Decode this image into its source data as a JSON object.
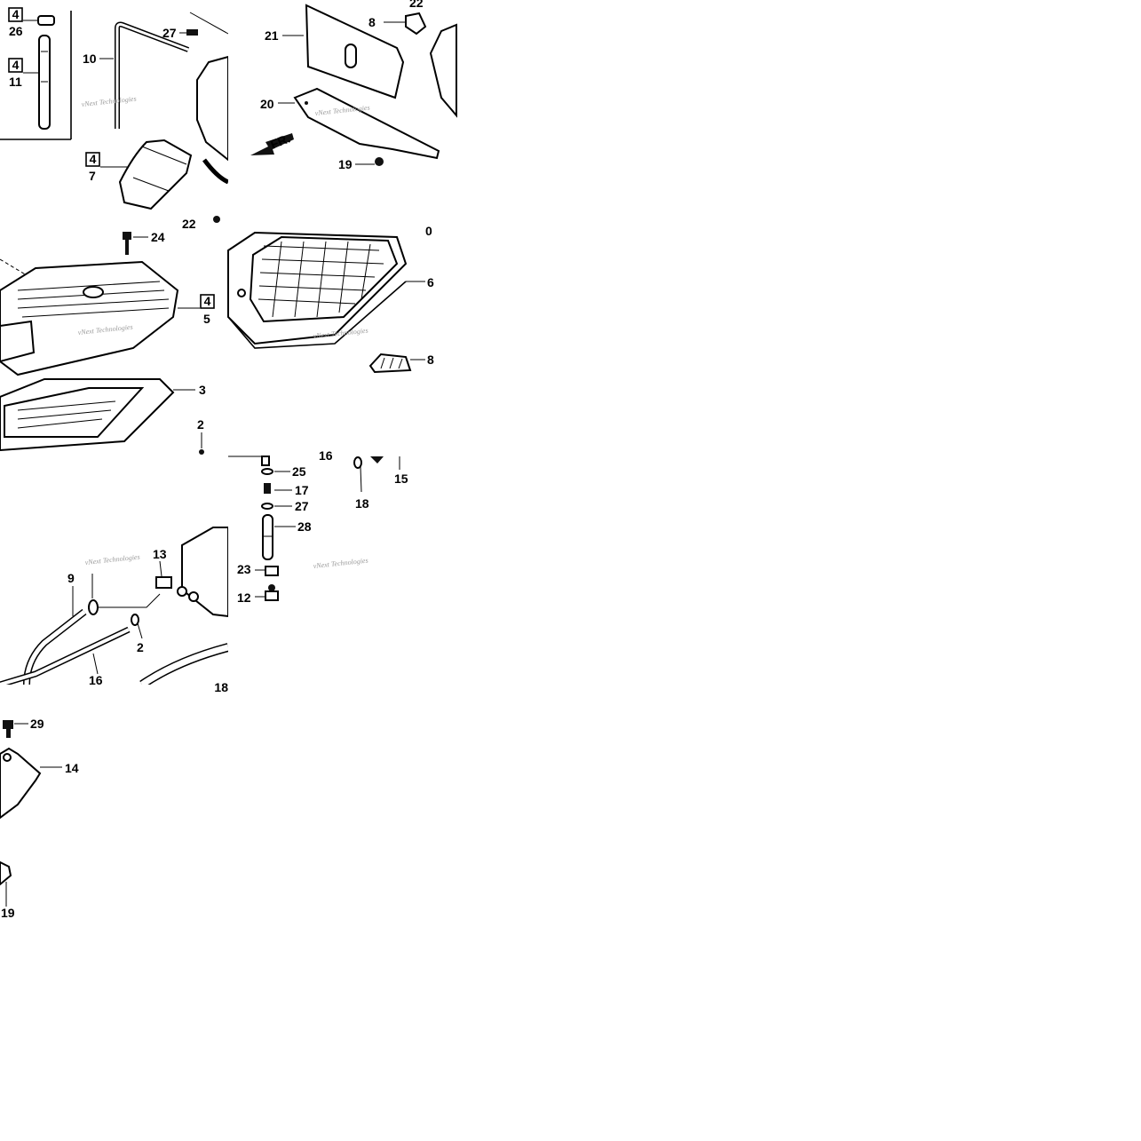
{
  "watermark": "vNext Technologies",
  "direction_label": "FR.",
  "tiles": [
    {
      "name": "tile-breather-tube",
      "labels": {
        "box26": "4",
        "p26": "26",
        "box11": "4",
        "p11": "11",
        "p10": "10",
        "p27": "27",
        "box7": "4",
        "p7": "7",
        "p22": "22"
      }
    },
    {
      "name": "tile-duct-cover",
      "labels": {
        "p21": "21",
        "p8": "8",
        "p22": "22",
        "p20": "20",
        "p19": "19"
      }
    },
    {
      "name": "tile-air-cleaner-case",
      "labels": {
        "p24": "24",
        "box5": "4",
        "p5": "5",
        "p3": "3",
        "p2": "2"
      }
    },
    {
      "name": "tile-air-cleaner-element",
      "labels": {
        "p6": "6",
        "p8": "8",
        "p0": "0"
      }
    },
    {
      "name": "tile-drain-hoses",
      "labels": {
        "p13": "13",
        "p9": "9",
        "p2": "2",
        "p16": "16",
        "p18": "18"
      }
    },
    {
      "name": "tile-drain-fittings",
      "labels": {
        "p25": "25",
        "p17": "17",
        "p27": "27",
        "p28": "28",
        "p23": "23",
        "p12": "12",
        "p18": "18",
        "p15": "15",
        "p16": "16"
      }
    },
    {
      "name": "tile-bracket",
      "labels": {
        "p29": "29",
        "p14": "14",
        "p19": "19"
      }
    }
  ]
}
